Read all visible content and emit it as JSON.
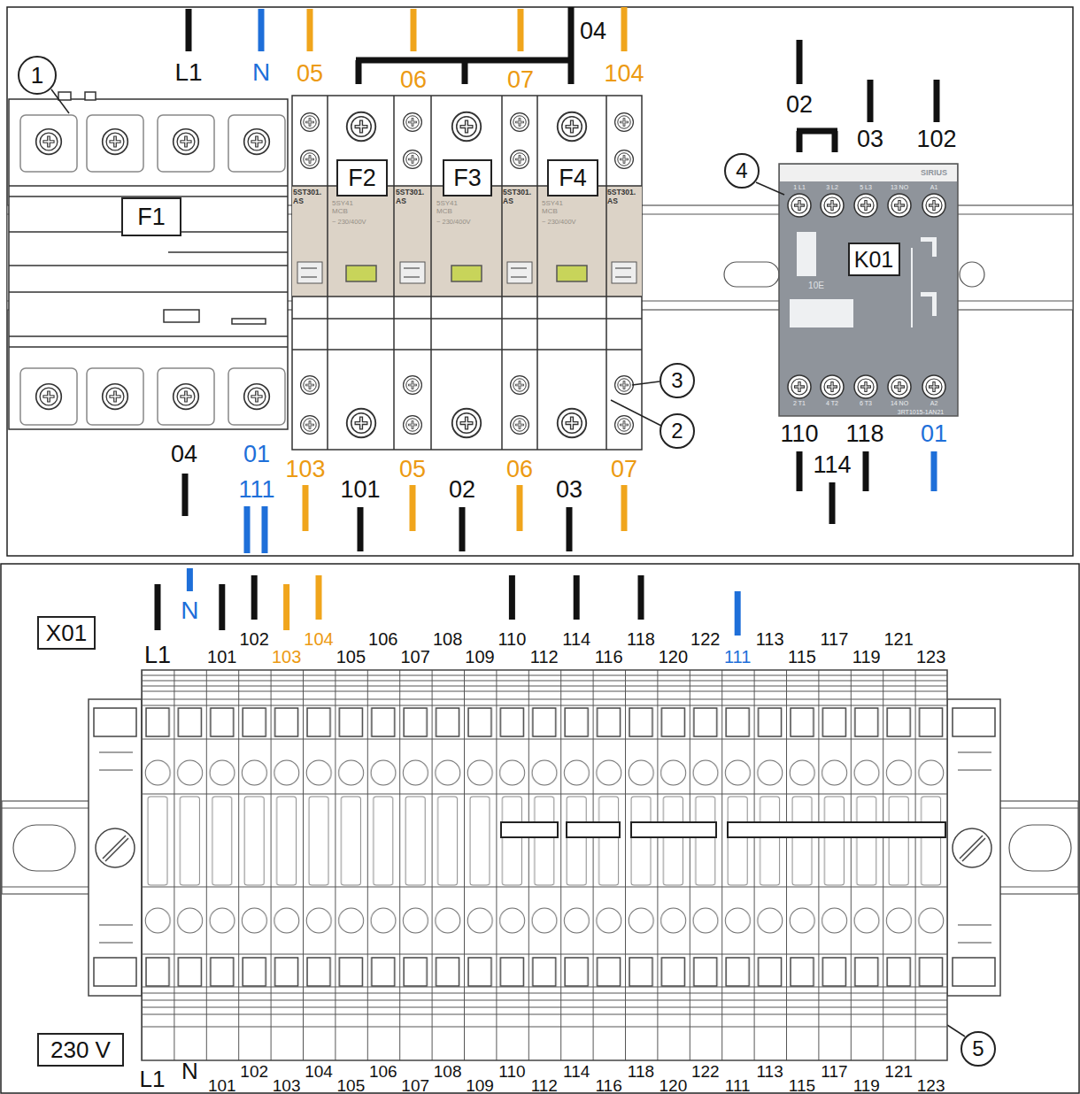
{
  "diagram": {
    "nodes": [
      {
        "text": [
          "1"
        ]
      },
      {
        "text": [
          "F1"
        ]
      },
      {
        "text": [
          "F2"
        ]
      },
      {
        "text": [
          "F3"
        ]
      },
      {
        "text": [
          "F4"
        ]
      },
      {
        "text": [
          "4"
        ]
      },
      {
        "text": [
          "K01"
        ]
      },
      {
        "text": [
          "3"
        ]
      },
      {
        "text": [
          "2"
        ]
      },
      {
        "text": [
          "X01"
        ]
      },
      {
        "text": [
          "230 V"
        ]
      },
      {
        "text": [
          "5"
        ]
      }
    ],
    "labels": [
      "L1",
      "N",
      "05",
      "06",
      "07",
      "04",
      "104",
      "02",
      "03",
      "102",
      "04",
      "01",
      "111",
      "103",
      "101",
      "05",
      "02",
      "06",
      "03",
      "07",
      "110",
      "118",
      "01",
      "114",
      "5ST301. AS",
      "5SY41 MCB",
      "~ 230/400V",
      "5ST301. AS",
      "5SY41 MCB",
      "~ 230/400V",
      "5ST301. AS",
      "5SY41 MCB",
      "~ 230/400V",
      "5ST301. AS",
      "SIRIUS",
      "1 L1",
      "3 L2",
      "5 L3",
      "13 NO",
      "A1",
      "10E",
      "2 T1",
      "4 T2",
      "6 T3",
      "14 NO",
      "A2",
      "3RT1015-1AN21",
      "L1",
      "N",
      "101",
      "102",
      "103",
      "104",
      "105",
      "106",
      "107",
      "108",
      "109",
      "110",
      "112",
      "114",
      "116",
      "118",
      "120",
      "122",
      "111",
      "113",
      "115",
      "117",
      "119",
      "121",
      "123",
      "L1",
      "N",
      "101",
      "102",
      "103",
      "104",
      "105",
      "106",
      "107",
      "108",
      "109",
      "110",
      "112",
      "114",
      "116",
      "118",
      "120",
      "122",
      "111",
      "113",
      "115",
      "117",
      "119",
      "121",
      "123"
    ]
  }
}
